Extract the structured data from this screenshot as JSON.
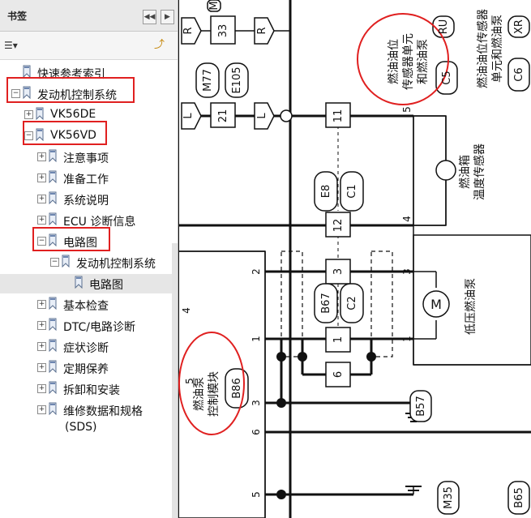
{
  "panel": {
    "title": "书签",
    "collapse_label": "◀◀",
    "next_label": "▶"
  },
  "tree": [
    {
      "label": "快速参考索引"
    },
    {
      "label": "发动机控制系统"
    },
    {
      "label": "VK56DE"
    },
    {
      "label": "VK56VD"
    },
    {
      "label": "注意事项"
    },
    {
      "label": "准备工作"
    },
    {
      "label": "系统说明"
    },
    {
      "label": "ECU 诊断信息"
    },
    {
      "label": "电路图"
    },
    {
      "label": "发动机控制系统"
    },
    {
      "label": "电路图"
    },
    {
      "label": "基本检查"
    },
    {
      "label": "DTC/电路诊断"
    },
    {
      "label": "症状诊断"
    },
    {
      "label": "定期保养"
    },
    {
      "label": "拆卸和安装"
    },
    {
      "label": "维修数据和规格"
    },
    {
      "label": "(SDS)"
    }
  ],
  "diagram": {
    "labels": {
      "r1": "R",
      "c33": "33",
      "r2": "R",
      "m7": "M",
      "m77": "M77",
      "e105": "E105",
      "l1": "L",
      "c21": "21",
      "l2": "L",
      "c11": "11",
      "c12": "12",
      "c3": "3",
      "c1": "1",
      "c6": "6",
      "e8": "E8",
      "c1b": "C1",
      "b67": "B67",
      "c2": "C2",
      "sensor_unit1": "燃油油位",
      "sensor_unit2": "传感器单元",
      "sensor_unit3": "和燃油泵",
      "c5": "C5",
      "ru": "RU",
      "top_right1": "燃油油位传感器",
      "top_right2": "单元和燃油泵",
      "c6r": "C6",
      "xr": "XR",
      "temp1": "燃油箱",
      "temp2": "温度传感器",
      "pump": "低压燃油泵",
      "motor": "M",
      "ctrl1": "燃油泵",
      "ctrl2": "控制模块",
      "b86": "B86",
      "b57": "B57",
      "m35": "M35",
      "b65": "B65",
      "pin5a": "5",
      "pin4a": "4",
      "pin3a": "3",
      "pin1a": "1",
      "pin2": "2",
      "pin1b": "1",
      "pin3b": "3",
      "pin6": "6",
      "pin5b": "5",
      "pin4b": "4",
      "pin5c": "5"
    }
  }
}
